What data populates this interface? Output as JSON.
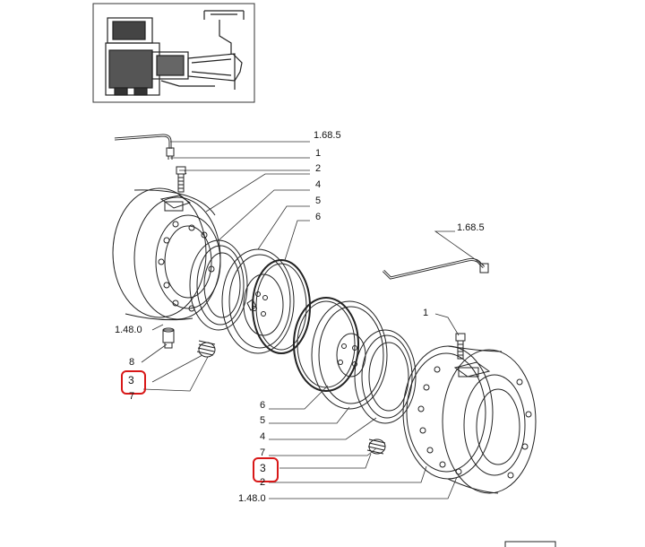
{
  "callouts": {
    "ref_1_68_5_left": "1.68.5",
    "ref_1_left": "1",
    "ref_2_left": "2",
    "ref_4_left": "4",
    "ref_5_left": "5",
    "ref_6_left": "6",
    "ref_1_48_0_left": "1.48.0",
    "ref_8_left": "8",
    "ref_3_left": "3",
    "ref_7_left": "7",
    "ref_1_68_5_right": "1.68.5",
    "ref_1_right": "1",
    "ref_6_right": "6",
    "ref_5_right": "5",
    "ref_4_right": "4",
    "ref_7_right": "7",
    "ref_3_right": "3",
    "ref_2_right": "2",
    "ref_1_48_0_right": "1.48.0"
  },
  "highlight_color": "#d81818",
  "line_color": "#222222"
}
